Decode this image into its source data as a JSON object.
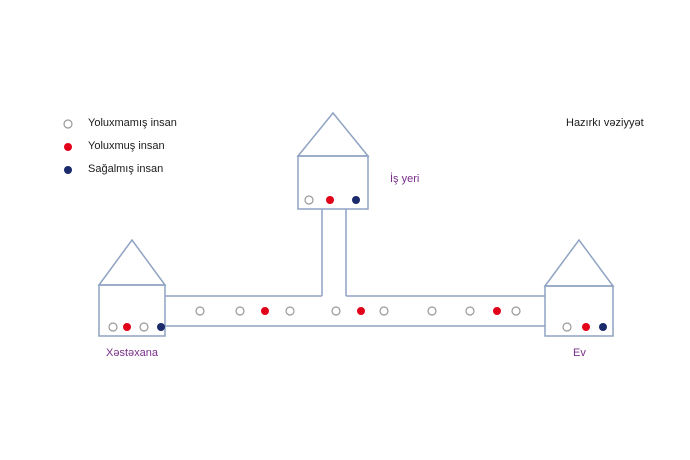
{
  "legend": {
    "uninfected": "Yoluxmamış insan",
    "infected": "Yoluxmuş insan",
    "recovered": "Sağalmış insan"
  },
  "state_title": "Hazırkı vəziyyət",
  "places": {
    "hospital": "Xəstəxana",
    "work": "İş yeri",
    "home": "Ev"
  },
  "colors": {
    "outline": "#8fa3c2",
    "infected": "#e2001a",
    "recovered": "#1b2a6b",
    "uninfected_stroke": "#999999",
    "label": "#7a2e8a"
  },
  "people": {
    "work": [
      "uninfected",
      "infected",
      "recovered"
    ],
    "hospital": [
      "uninfected",
      "infected",
      "uninfected",
      "recovered"
    ],
    "home": [
      "uninfected",
      "infected",
      "recovered"
    ],
    "road": [
      "uninfected",
      "uninfected",
      "infected",
      "uninfected",
      "uninfected",
      "infected",
      "uninfected",
      "uninfected",
      "uninfected",
      "infected",
      "uninfected"
    ]
  }
}
